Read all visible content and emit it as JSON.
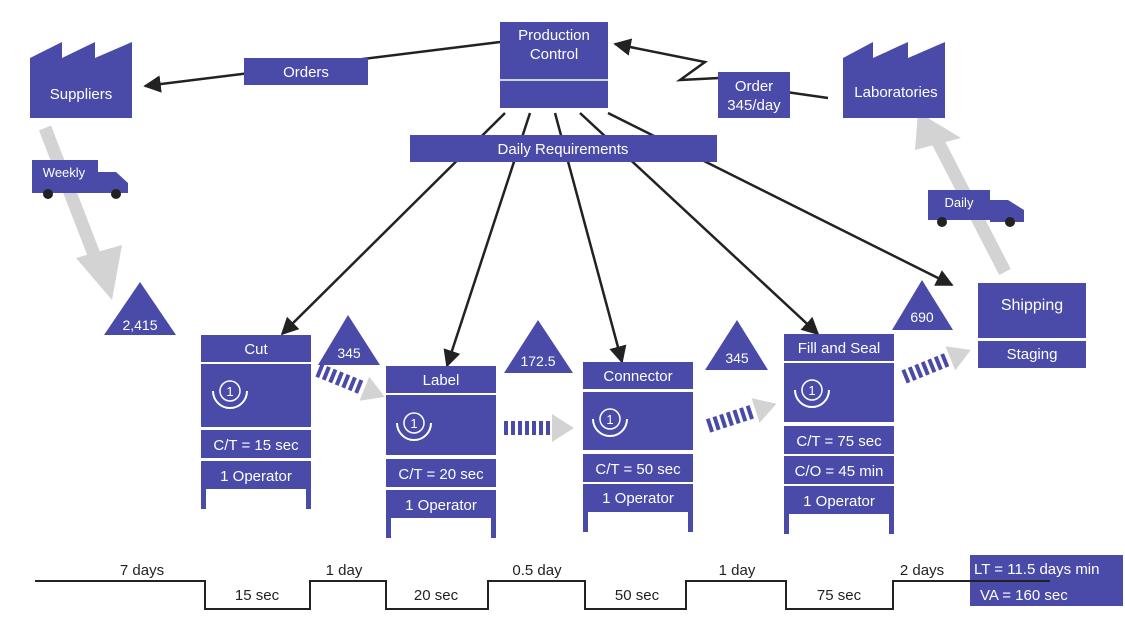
{
  "colors": {
    "primary": "#4a4aa8",
    "flow_arrow": "#d3d3d3",
    "line": "#222222",
    "text_on_box": "#ffffff"
  },
  "production_control": {
    "line1": "Production",
    "line2": "Control"
  },
  "suppliers": {
    "label": "Suppliers",
    "icon": "factory-icon"
  },
  "laboratories": {
    "label": "Laboratories",
    "icon": "factory-icon"
  },
  "orders_label": "Orders",
  "order_label": {
    "line1": "Order",
    "line2": "345/day"
  },
  "daily_requirements": "Daily Requirements",
  "weekly_truck": {
    "label": "Weekly",
    "icon": "truck-icon"
  },
  "daily_truck": {
    "label": "Daily",
    "icon": "truck-icon"
  },
  "inventories": {
    "supplier_cut": "2,415",
    "cut_label": "345",
    "label_connector": "172.5",
    "connector_fill": "345",
    "fill_shipping": "690"
  },
  "processes": {
    "cut": {
      "name": "Cut",
      "ct": "C/T = 15 sec",
      "operator": "1 Operator",
      "operator_icon": "1"
    },
    "label": {
      "name": "Label",
      "ct": "C/T = 20 sec",
      "operator": "1 Operator",
      "operator_icon": "1"
    },
    "connector": {
      "name": "Connector",
      "ct": "C/T = 50 sec",
      "operator": "1 Operator",
      "operator_icon": "1"
    },
    "fill_seal": {
      "name": "Fill and Seal",
      "ct": "C/T = 75 sec",
      "co": "C/O = 45 min",
      "operator": "1 Operator",
      "operator_icon": "1"
    }
  },
  "shipping": {
    "name": "Shipping",
    "staging": "Staging"
  },
  "timeline": {
    "waits": [
      "7 days",
      "1 day",
      "0.5 day",
      "1 day",
      "2 days"
    ],
    "cycles": [
      "15 sec",
      "20 sec",
      "50 sec",
      "75 sec"
    ],
    "lead_time": "LT = 11.5 days min",
    "value_added": "VA = 160 sec"
  }
}
